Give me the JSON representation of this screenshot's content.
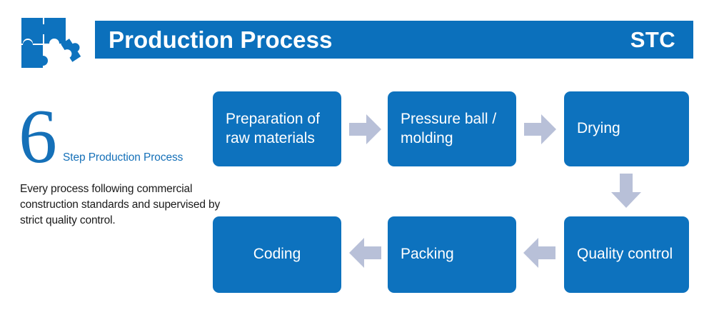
{
  "header": {
    "logo_icon": "puzzle-pieces-logo",
    "title": "Production Process",
    "brand": "STC"
  },
  "intro": {
    "step_count": "6",
    "subtitle": "Step Production Process",
    "description": "Every process following commercial construction standards and supervised by strict quality control."
  },
  "flow": {
    "steps": [
      {
        "id": "preparation",
        "label": "Preparation of raw materials",
        "align": "left",
        "order": 1
      },
      {
        "id": "pressure",
        "label": "Pressure ball / molding",
        "align": "left",
        "order": 2
      },
      {
        "id": "drying",
        "label": "Drying",
        "align": "left",
        "order": 3
      },
      {
        "id": "quality-control",
        "label": "Quality control",
        "align": "left",
        "order": 4
      },
      {
        "id": "packing",
        "label": "Packing",
        "align": "left",
        "order": 5
      },
      {
        "id": "coding",
        "label": "Coding",
        "align": "center",
        "order": 6
      }
    ],
    "connectors": [
      {
        "id": "arrow-1",
        "icon": "arrow-right-icon",
        "from": "preparation",
        "to": "pressure"
      },
      {
        "id": "arrow-2",
        "icon": "arrow-right-icon",
        "from": "pressure",
        "to": "drying"
      },
      {
        "id": "arrow-3",
        "icon": "arrow-down-icon",
        "from": "drying",
        "to": "quality-control"
      },
      {
        "id": "arrow-4",
        "icon": "arrow-left-icon",
        "from": "quality-control",
        "to": "packing"
      },
      {
        "id": "arrow-5",
        "icon": "arrow-left-icon",
        "from": "packing",
        "to": "coding"
      }
    ]
  },
  "colors": {
    "brand_blue": "#0b70bc",
    "box_blue": "#0d72be",
    "accent_blue": "#1570b8",
    "arrow_grey": "#b8c0d8",
    "text_dark": "#1a1a1a",
    "background": "#ffffff"
  }
}
